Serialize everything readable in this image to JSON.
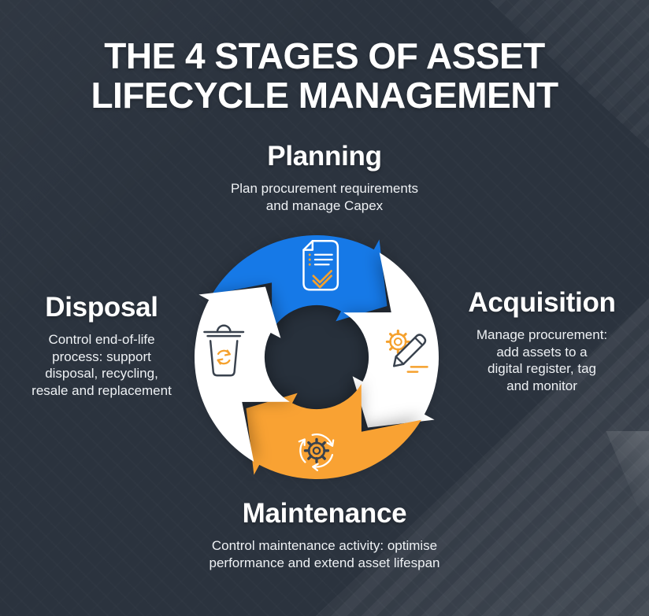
{
  "title_lines": [
    "THE 4 STAGES OF ASSET",
    "LIFECYCLE MANAGEMENT"
  ],
  "stages": {
    "planning": {
      "heading": "Planning",
      "description_lines": [
        "Plan procurement requirements",
        "and manage Capex"
      ],
      "icon": "document-checklist-icon",
      "arrow_color_name": "blue"
    },
    "acquisition": {
      "heading": "Acquisition",
      "description_lines": [
        "Manage procurement:",
        "add assets to a",
        "digital register, tag",
        "and monitor"
      ],
      "icon": "gear-pencil-icon",
      "arrow_color_name": "white"
    },
    "maintenance": {
      "heading": "Maintenance",
      "description_lines": [
        "Control maintenance activity: optimise",
        "performance and extend asset lifespan"
      ],
      "icon": "gear-sync-icon",
      "arrow_color_name": "orange"
    },
    "disposal": {
      "heading": "Disposal",
      "description_lines": [
        "Control end-of-life",
        "process: support",
        "disposal, recycling,",
        "resale and replacement"
      ],
      "icon": "trash-recycle-icon",
      "arrow_color_name": "white"
    }
  },
  "cycle_order": [
    "Planning",
    "Acquisition",
    "Maintenance",
    "Disposal"
  ],
  "cycle_direction": "clockwise",
  "colors": {
    "background": "#2b333e",
    "title": "#ffffff",
    "text": "#eef1f4",
    "blue": "#1679e7",
    "orange": "#f9a233",
    "arrow_white": "#ffffff",
    "center_hole": "#27303b",
    "icon_dark": "#39424e",
    "icon_orange": "#f5a12d",
    "icon_white": "#ffffff"
  }
}
